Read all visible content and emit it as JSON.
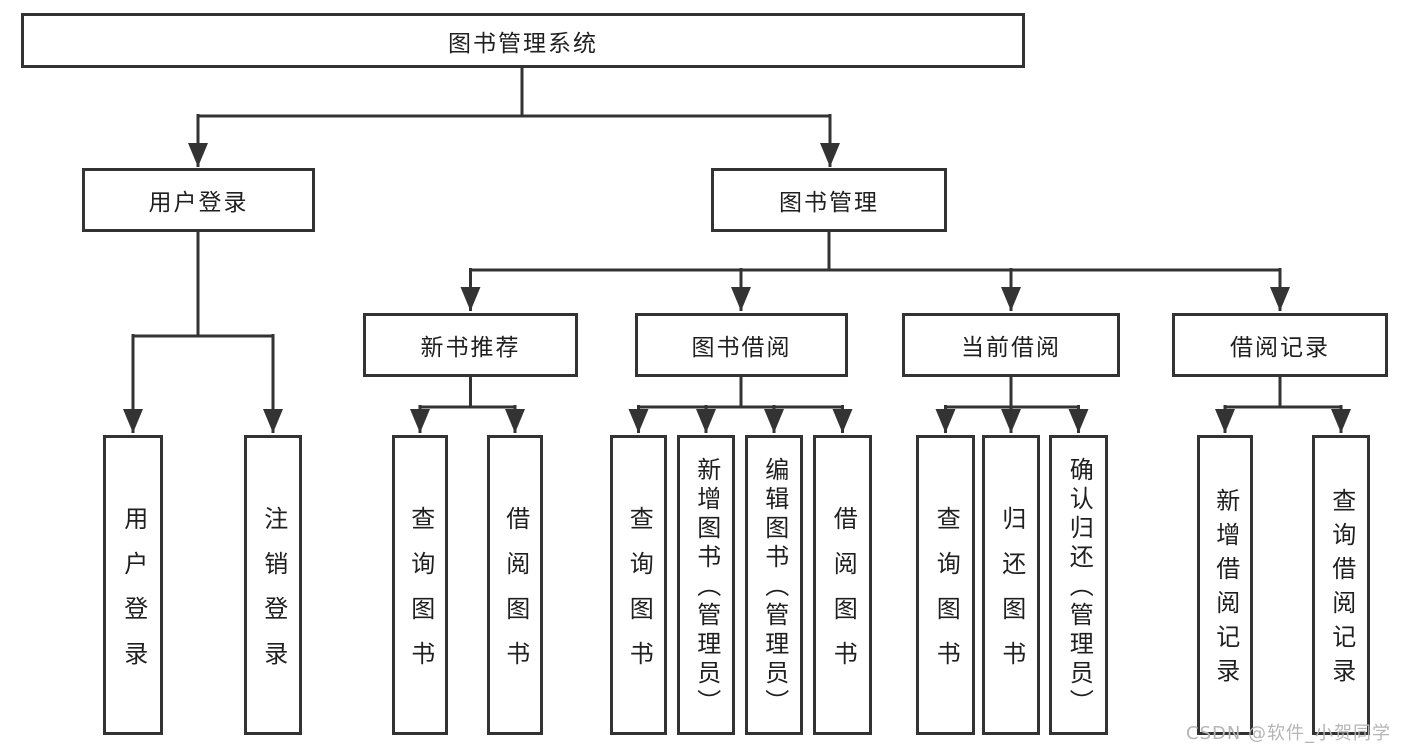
{
  "diagram": {
    "title": "图书管理系统",
    "root": {
      "label": "图书管理系统"
    },
    "level2": [
      {
        "label": "用户登录"
      },
      {
        "label": "图书管理"
      }
    ],
    "level3": [
      {
        "label": "新书推荐",
        "parent": "图书管理"
      },
      {
        "label": "图书借阅",
        "parent": "图书管理"
      },
      {
        "label": "当前借阅",
        "parent": "图书管理"
      },
      {
        "label": "借阅记录",
        "parent": "图书管理"
      }
    ],
    "leaves": [
      {
        "label": "用户登录",
        "parent": "用户登录"
      },
      {
        "label": "注销登录",
        "parent": "用户登录"
      },
      {
        "label": "查询图书",
        "parent": "新书推荐"
      },
      {
        "label": "借阅图书",
        "parent": "新书推荐"
      },
      {
        "label": "查询图书",
        "parent": "图书借阅"
      },
      {
        "label": "新增图书（管理员）",
        "parent": "图书借阅"
      },
      {
        "label": "编辑图书（管理员）",
        "parent": "图书借阅"
      },
      {
        "label": "借阅图书",
        "parent": "图书借阅"
      },
      {
        "label": "查询图书",
        "parent": "当前借阅"
      },
      {
        "label": "归还图书",
        "parent": "当前借阅"
      },
      {
        "label": "确认归还（管理员）",
        "parent": "当前借阅"
      },
      {
        "label": "新增借阅记录",
        "parent": "借阅记录"
      },
      {
        "label": "查询借阅记录",
        "parent": "借阅记录"
      }
    ]
  },
  "watermark": {
    "text": "CSDN @软件_小贺同学"
  },
  "colors": {
    "line": "#333333",
    "text": "#1f1f1f",
    "background": "#ffffff",
    "watermark": "#b5b5b5"
  }
}
